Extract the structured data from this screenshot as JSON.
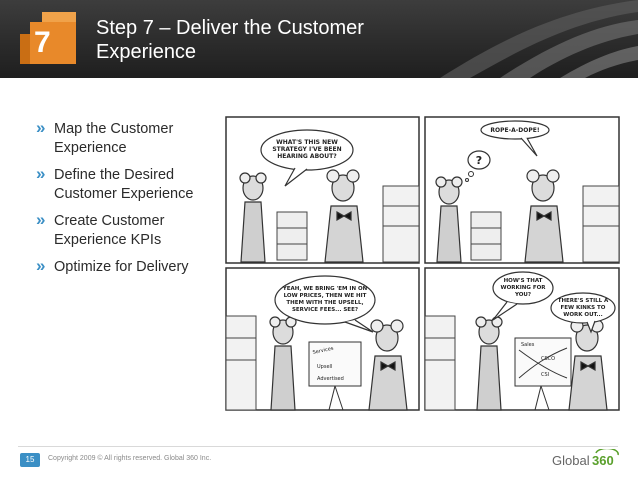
{
  "slide": {
    "step_number": "7",
    "title": "Step 7 – Deliver the Customer Experience",
    "page_number": "15",
    "copyright": "Copyright 2009 ©  All rights reserved. Global 360 Inc."
  },
  "bullets": [
    {
      "mark": "»",
      "text": "Map the Customer Experience"
    },
    {
      "mark": "»",
      "text": "Define the Desired Customer Experience"
    },
    {
      "mark": "»",
      "text": "Create Customer Experience KPIs"
    },
    {
      "mark": "»",
      "text": "Optimize for Delivery"
    }
  ],
  "comic": {
    "panel1_bubble": [
      "WHAT'S THIS NEW",
      "STRATEGY I'VE BEEN",
      "HEARING ABOUT?"
    ],
    "panel2_bubble": "ROPE-A-DOPE!",
    "panel2_thought": "?",
    "panel3_bubble": [
      "YEAH, WE BRING 'EM IN ON",
      "LOW PRICES, THEN WE HIT",
      "THEM WITH THE UPSELL,",
      "SERVICE FEES... SEE?"
    ],
    "panel3_board": [
      "Services",
      "Upsell",
      "Advertised"
    ],
    "panel4_bubble1": [
      "HOW'S THAT",
      "WORKING FOR",
      "YOU?"
    ],
    "panel4_bubble2": [
      "THERE'S STILL A",
      "FEW KINKS TO",
      "WORK OUT..."
    ],
    "panel4_board": [
      "Sales",
      "CSCO",
      "CSI"
    ]
  },
  "logo": {
    "word": "Global",
    "num": "360",
    "accent": "#5aa02c"
  },
  "colors": {
    "badge": "#e8892a",
    "bullet": "#3b8fc5"
  }
}
